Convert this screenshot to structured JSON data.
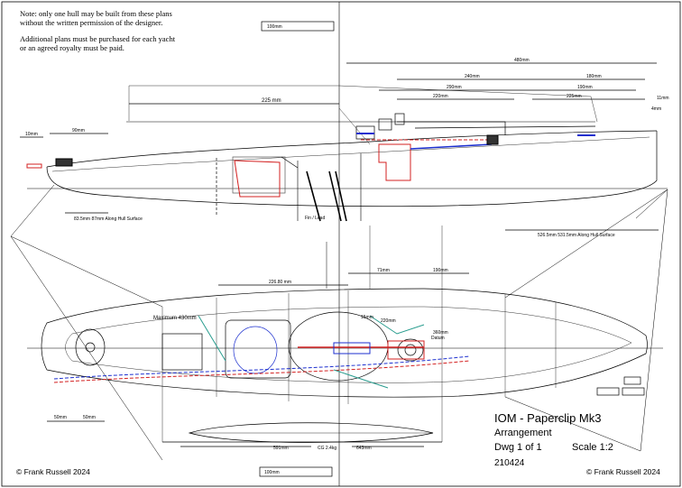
{
  "notes": {
    "line1": "Note: only one hull may be built from these plans",
    "line2": "without the written permission of the designer.",
    "line3": "Additional plans must be purchased for each yacht",
    "line4": "or an agreed royalty must be paid."
  },
  "title_block": {
    "title": "IOM - Paperclip Mk3",
    "subtitle": "Arrangement",
    "dwg": "Dwg 1 of 1",
    "scale": "Scale 1:2",
    "number": "210424"
  },
  "copyright_left": "© Frank Russell 2024",
  "copyright_right": "© Frank Russell 2024",
  "scale_bars": {
    "top": "100mm",
    "bottom": "100mm"
  },
  "profile_dims": {
    "d480": "480mm",
    "d240": "240mm",
    "d180": "180mm",
    "d290": "290mm",
    "d190": "190mm",
    "d220": "220mm",
    "d225b": "225mm",
    "d225": "225 mm",
    "d11": "11mm",
    "d4": "4mm",
    "d10": "10mm",
    "d90": "90mm",
    "along_fwd": "83.5mm 87mm Along Hull Surface",
    "along_aft": "526.5mm 531.5mm Along Hull Surface",
    "fin_lead": "Fin / Lead"
  },
  "plan_dims": {
    "d22680": "226.80 mm",
    "d71": "71mm",
    "d190p": "190mm",
    "max": "Maximum 430mm",
    "d15": "15mm",
    "d220p": "220mm",
    "d360": "360mm",
    "d50a": "50mm",
    "d50b": "50mm",
    "d591": "591mm",
    "cg": "CG 2.4kg",
    "d643": "643mm",
    "datum": "Datum"
  },
  "colors": {
    "line": "#000000",
    "red": "#d32020",
    "blue": "#1c2fcf",
    "teal": "#2a9d8f",
    "grey": "#555555"
  }
}
